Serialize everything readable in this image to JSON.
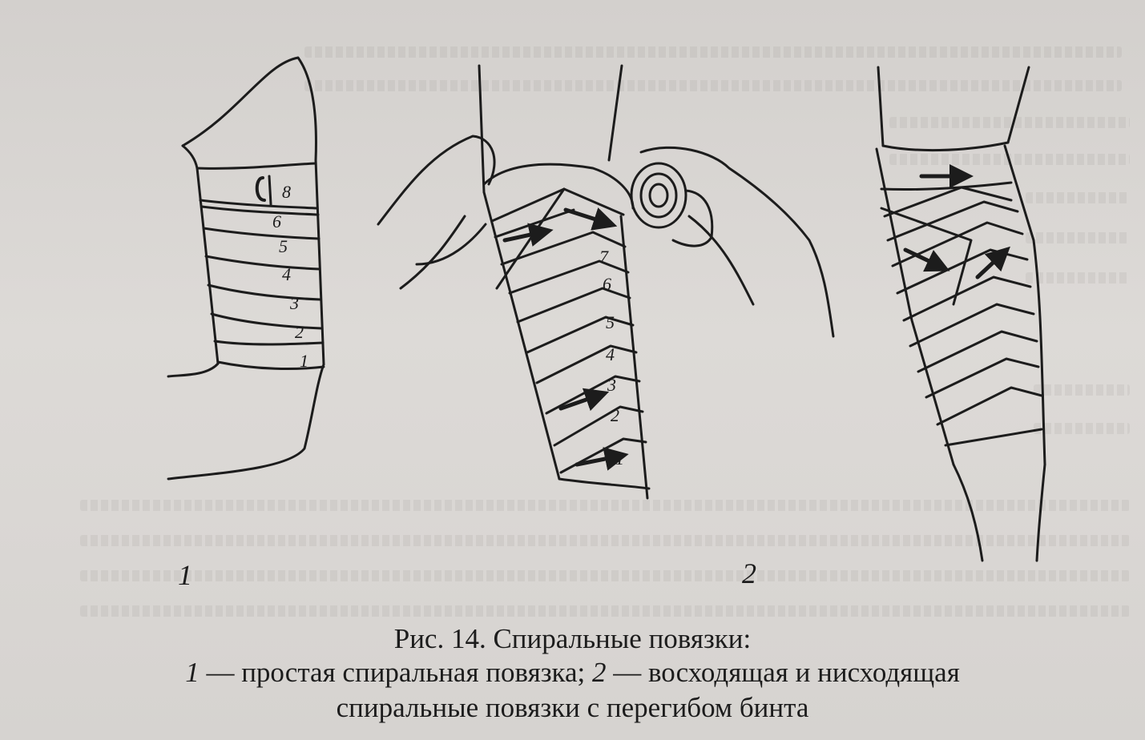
{
  "figure": {
    "label_1": "1",
    "label_2": "2",
    "simple_turn_numbers": [
      "8",
      "6",
      "5",
      "4",
      "3",
      "2",
      "1"
    ],
    "reverse_turn_numbers": [
      "7",
      "6",
      "5",
      "4",
      "3",
      "2",
      "1"
    ]
  },
  "caption": {
    "title": "Рис. 14. Спиральные повязки:",
    "item1_num": "1",
    "item1_text": " — простая спиральная повязка; ",
    "item2_num": "2",
    "item2_text": " — восходящая и нисходящая",
    "line3": "спиральные повязки с перегибом бинта"
  }
}
